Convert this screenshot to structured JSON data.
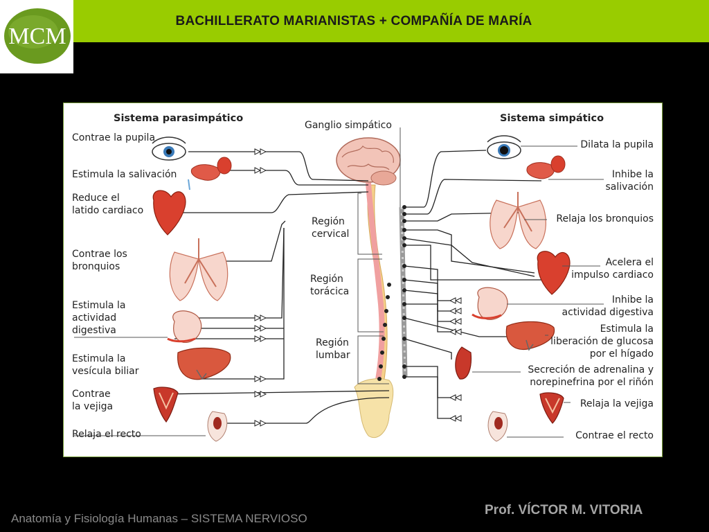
{
  "header": {
    "logo_text": "MCM",
    "title": "BACHILLERATO MARIANISTAS + COMPAÑÍA DE MARÍA"
  },
  "diagram": {
    "para_title": "Sistema parasimpático",
    "simp_title": "Sistema simpático",
    "ganglio": "Ganglio simpático",
    "regions": {
      "cervical_1": "Región",
      "cervical_2": "cervical",
      "toracica_1": "Región",
      "toracica_2": "torácica",
      "lumbar_1": "Región",
      "lumbar_2": "lumbar"
    },
    "para": [
      [
        "Contrae la pupila"
      ],
      [
        "Estimula la salivación"
      ],
      [
        "Reduce el",
        "latido cardiaco"
      ],
      [
        "Contrae los",
        "bronquios"
      ],
      [
        "Estimula la",
        "actividad",
        "digestiva"
      ],
      [
        "Estimula la",
        "vesícula biliar"
      ],
      [
        "Contrae",
        "la vejiga"
      ],
      [
        "Relaja el recto"
      ]
    ],
    "simp": [
      [
        "Dilata la pupila"
      ],
      [
        "Inhibe la",
        "salivación"
      ],
      [
        "Relaja los bronquios"
      ],
      [
        "Acelera el",
        "impulso cardiaco"
      ],
      [
        "Inhibe la",
        "actividad digestiva"
      ],
      [
        "Estimula la",
        "liberación de glucosa",
        "por el hígado"
      ],
      [
        "Secreción de adrenalina y",
        "norepinefrina por el riñón"
      ],
      [
        "Relaja la vejiga"
      ],
      [
        "Contrae el recto"
      ]
    ]
  },
  "footer": {
    "left": "Anatomía y Fisiología Humanas – SISTEMA NERVIOSO",
    "right": "Prof. VÍCTOR M. VITORIA"
  },
  "colors": {
    "header_green": "#99cc00",
    "logo_green": "#6a9a1f",
    "organ_red": "#d9402e",
    "spine_pink": "#f0a0a0",
    "chain_gray": "#9a9a9a"
  }
}
